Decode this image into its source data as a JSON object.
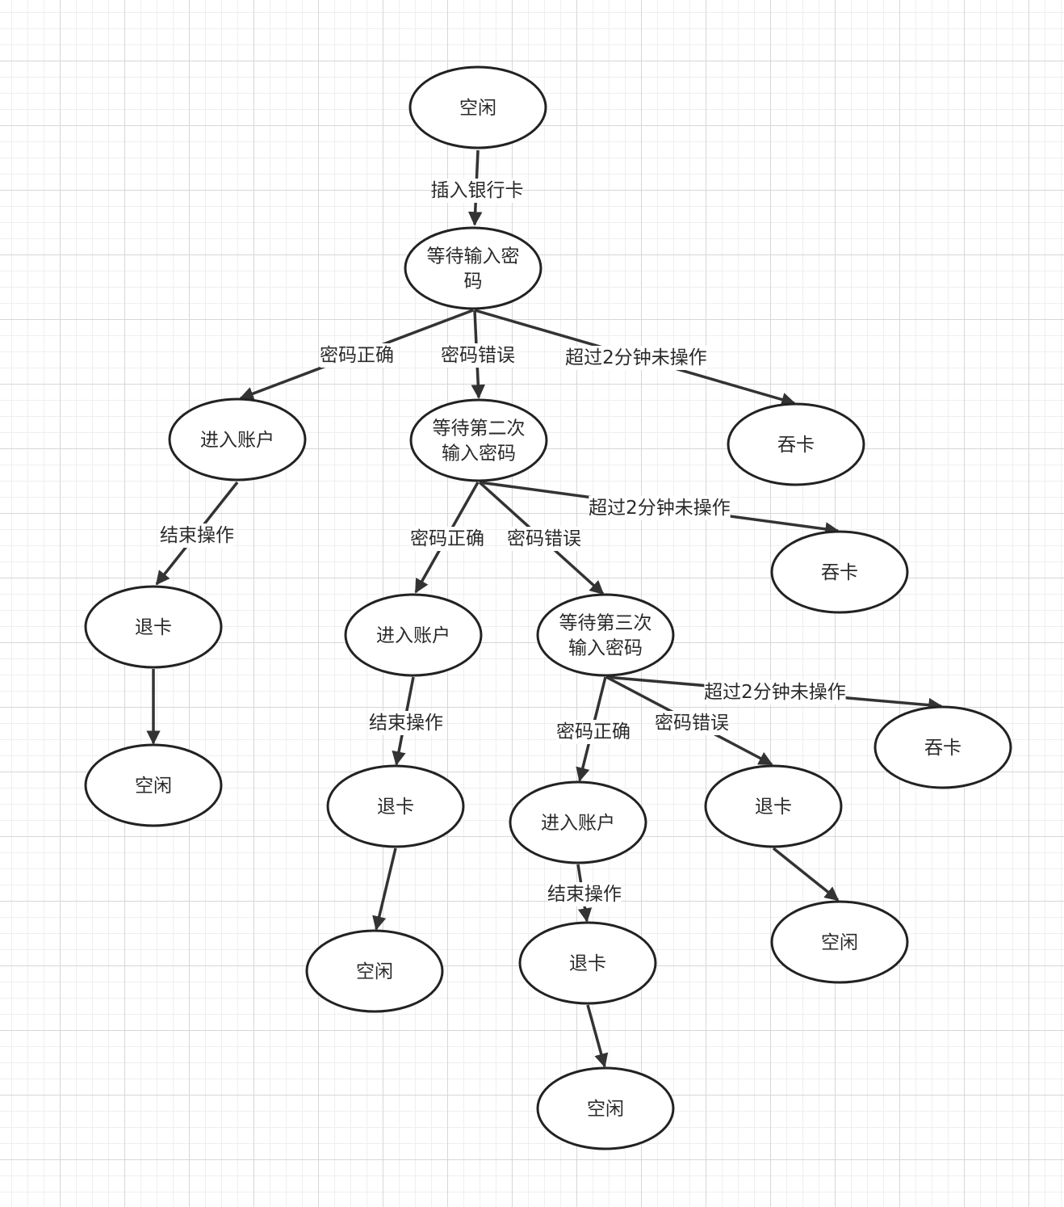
{
  "diagram": {
    "nodes": {
      "idle_top": "空闲",
      "wait_pw": "等待输入密码",
      "account_1": "进入账户",
      "wait_pw_2": "等待第二次输入密码",
      "swallow_1": "吞卡",
      "eject_1": "退卡",
      "idle_1": "空闲",
      "account_2": "进入账户",
      "wait_pw_3": "等待第三次输入密码",
      "swallow_2": "吞卡",
      "eject_2": "退卡",
      "idle_2": "空闲",
      "account_3": "进入账户",
      "eject_4": "退卡",
      "swallow_3": "吞卡",
      "eject_3": "退卡",
      "idle_3": "空闲",
      "idle_4": "空闲"
    },
    "edges": [
      {
        "from": "idle_top",
        "to": "wait_pw",
        "label": "插入银行卡"
      },
      {
        "from": "wait_pw",
        "to": "account_1",
        "label": "密码正确"
      },
      {
        "from": "wait_pw",
        "to": "wait_pw_2",
        "label": "密码错误"
      },
      {
        "from": "wait_pw",
        "to": "swallow_1",
        "label": "超过2分钟未操作"
      },
      {
        "from": "account_1",
        "to": "eject_1",
        "label": "结束操作"
      },
      {
        "from": "eject_1",
        "to": "idle_1",
        "label": ""
      },
      {
        "from": "wait_pw_2",
        "to": "account_2",
        "label": "密码正确"
      },
      {
        "from": "wait_pw_2",
        "to": "wait_pw_3",
        "label": "密码错误"
      },
      {
        "from": "wait_pw_2",
        "to": "swallow_2",
        "label": "超过2分钟未操作"
      },
      {
        "from": "account_2",
        "to": "eject_2",
        "label": "结束操作"
      },
      {
        "from": "eject_2",
        "to": "idle_2",
        "label": ""
      },
      {
        "from": "wait_pw_3",
        "to": "account_3",
        "label": "密码正确"
      },
      {
        "from": "wait_pw_3",
        "to": "eject_4",
        "label": "密码错误"
      },
      {
        "from": "wait_pw_3",
        "to": "swallow_3",
        "label": "超过2分钟未操作"
      },
      {
        "from": "account_3",
        "to": "eject_3",
        "label": "结束操作"
      },
      {
        "from": "eject_3",
        "to": "idle_3",
        "label": ""
      },
      {
        "from": "eject_4",
        "to": "idle_4",
        "label": ""
      }
    ]
  }
}
